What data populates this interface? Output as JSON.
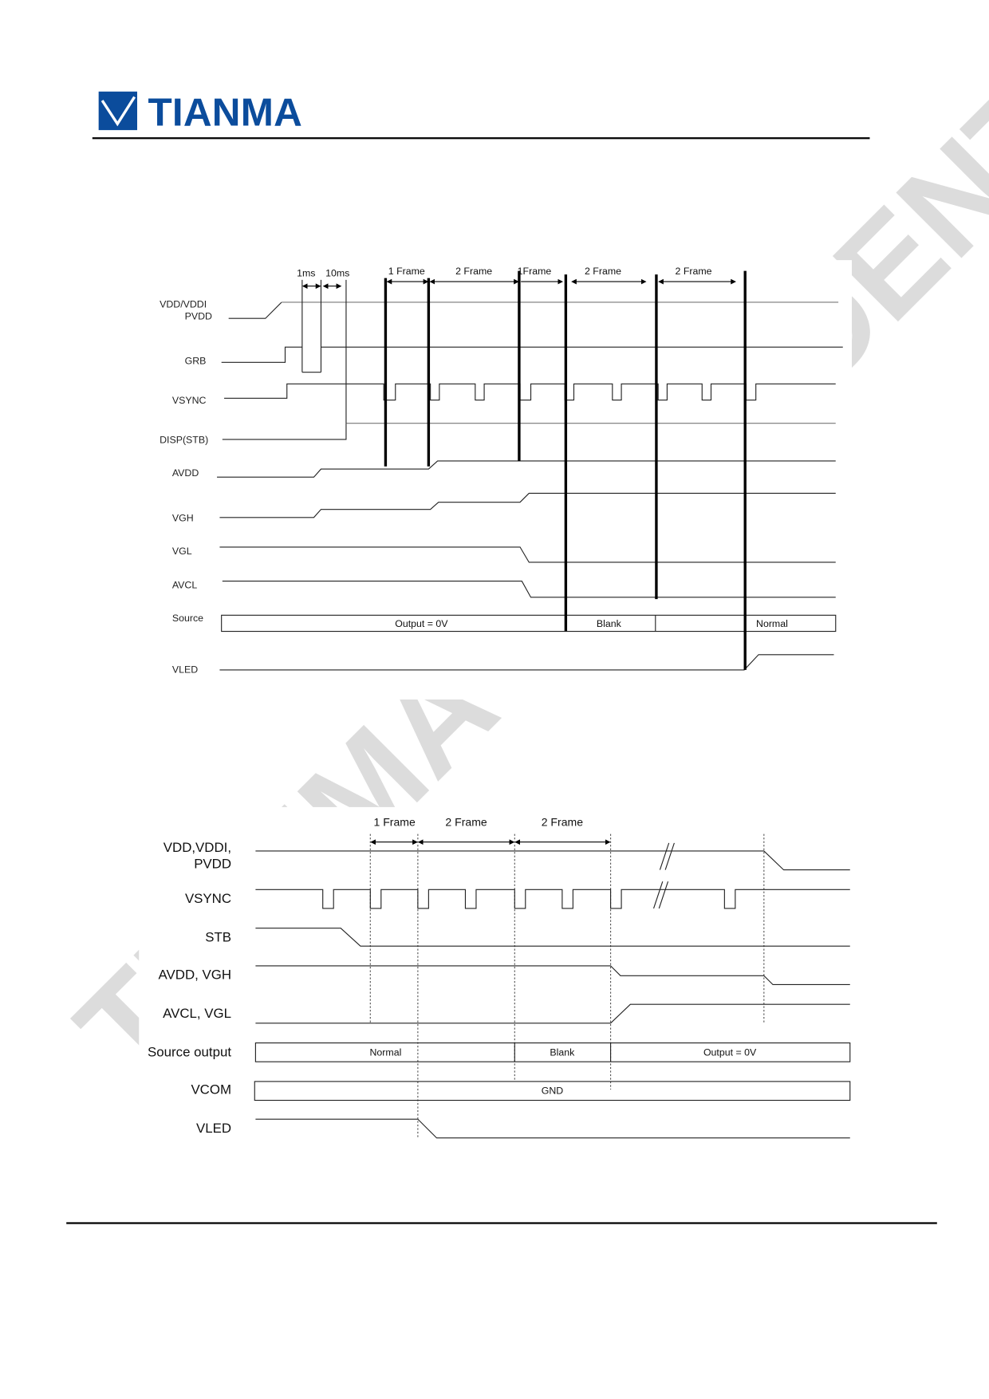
{
  "header": {
    "brand": "TIANMA",
    "brand_color": "#0b4c9c"
  },
  "watermark": "TIANMA CONFIDENTIAL",
  "power_on_sequence": {
    "signals": [
      "VDD/VDDI",
      "PVDD",
      "GRB",
      "VSYNC",
      "DISP(STB)",
      "AVDD",
      "VGH",
      "VGL",
      "AVCL",
      "Source",
      "VLED"
    ],
    "timing": [
      "1ms",
      "10ms",
      "1 Frame",
      "2 Frame",
      "1Frame",
      "2 Frame",
      "2 Frame"
    ],
    "source_states": [
      "Output  = 0V",
      "Blank",
      "Normal"
    ]
  },
  "power_off_sequence": {
    "signals": [
      "VDD,VDDI,",
      "PVDD",
      "VSYNC",
      "STB",
      "AVDD, VGH",
      "AVCL, VGL",
      "Source output",
      "VCOM",
      "VLED"
    ],
    "timing": [
      "1 Frame",
      "2 Frame",
      "2 Frame"
    ],
    "source_states": [
      "Normal",
      "Blank",
      "Output = 0V"
    ],
    "vcom_state": "GND"
  }
}
